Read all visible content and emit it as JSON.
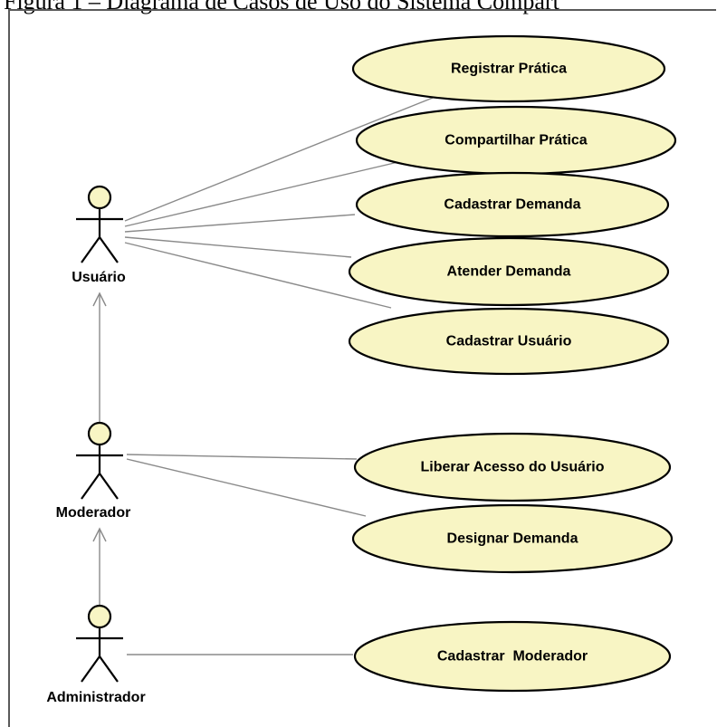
{
  "caption": "Figura 1 – Diagrama de Casos de Uso do Sistema Compart",
  "actors": {
    "usuario": "Usuário",
    "moderador": "Moderador",
    "administrador": "Administrador"
  },
  "use_cases": {
    "registrar_pratica": "Registrar Prática",
    "compartilhar_pratica": "Compartilhar Prática",
    "cadastrar_demanda": "Cadastrar Demanda",
    "atender_demanda": "Atender Demanda",
    "cadastrar_usuario": "Cadastrar Usuário",
    "liberar_acesso": "Liberar Acesso do Usuário",
    "designar_demanda": "Designar Demanda",
    "cadastrar_moderador": "Cadastrar  Moderador"
  },
  "colors": {
    "usecase_fill": "#f8f5c4",
    "line": "#8a8a8a",
    "outline": "#000000"
  }
}
